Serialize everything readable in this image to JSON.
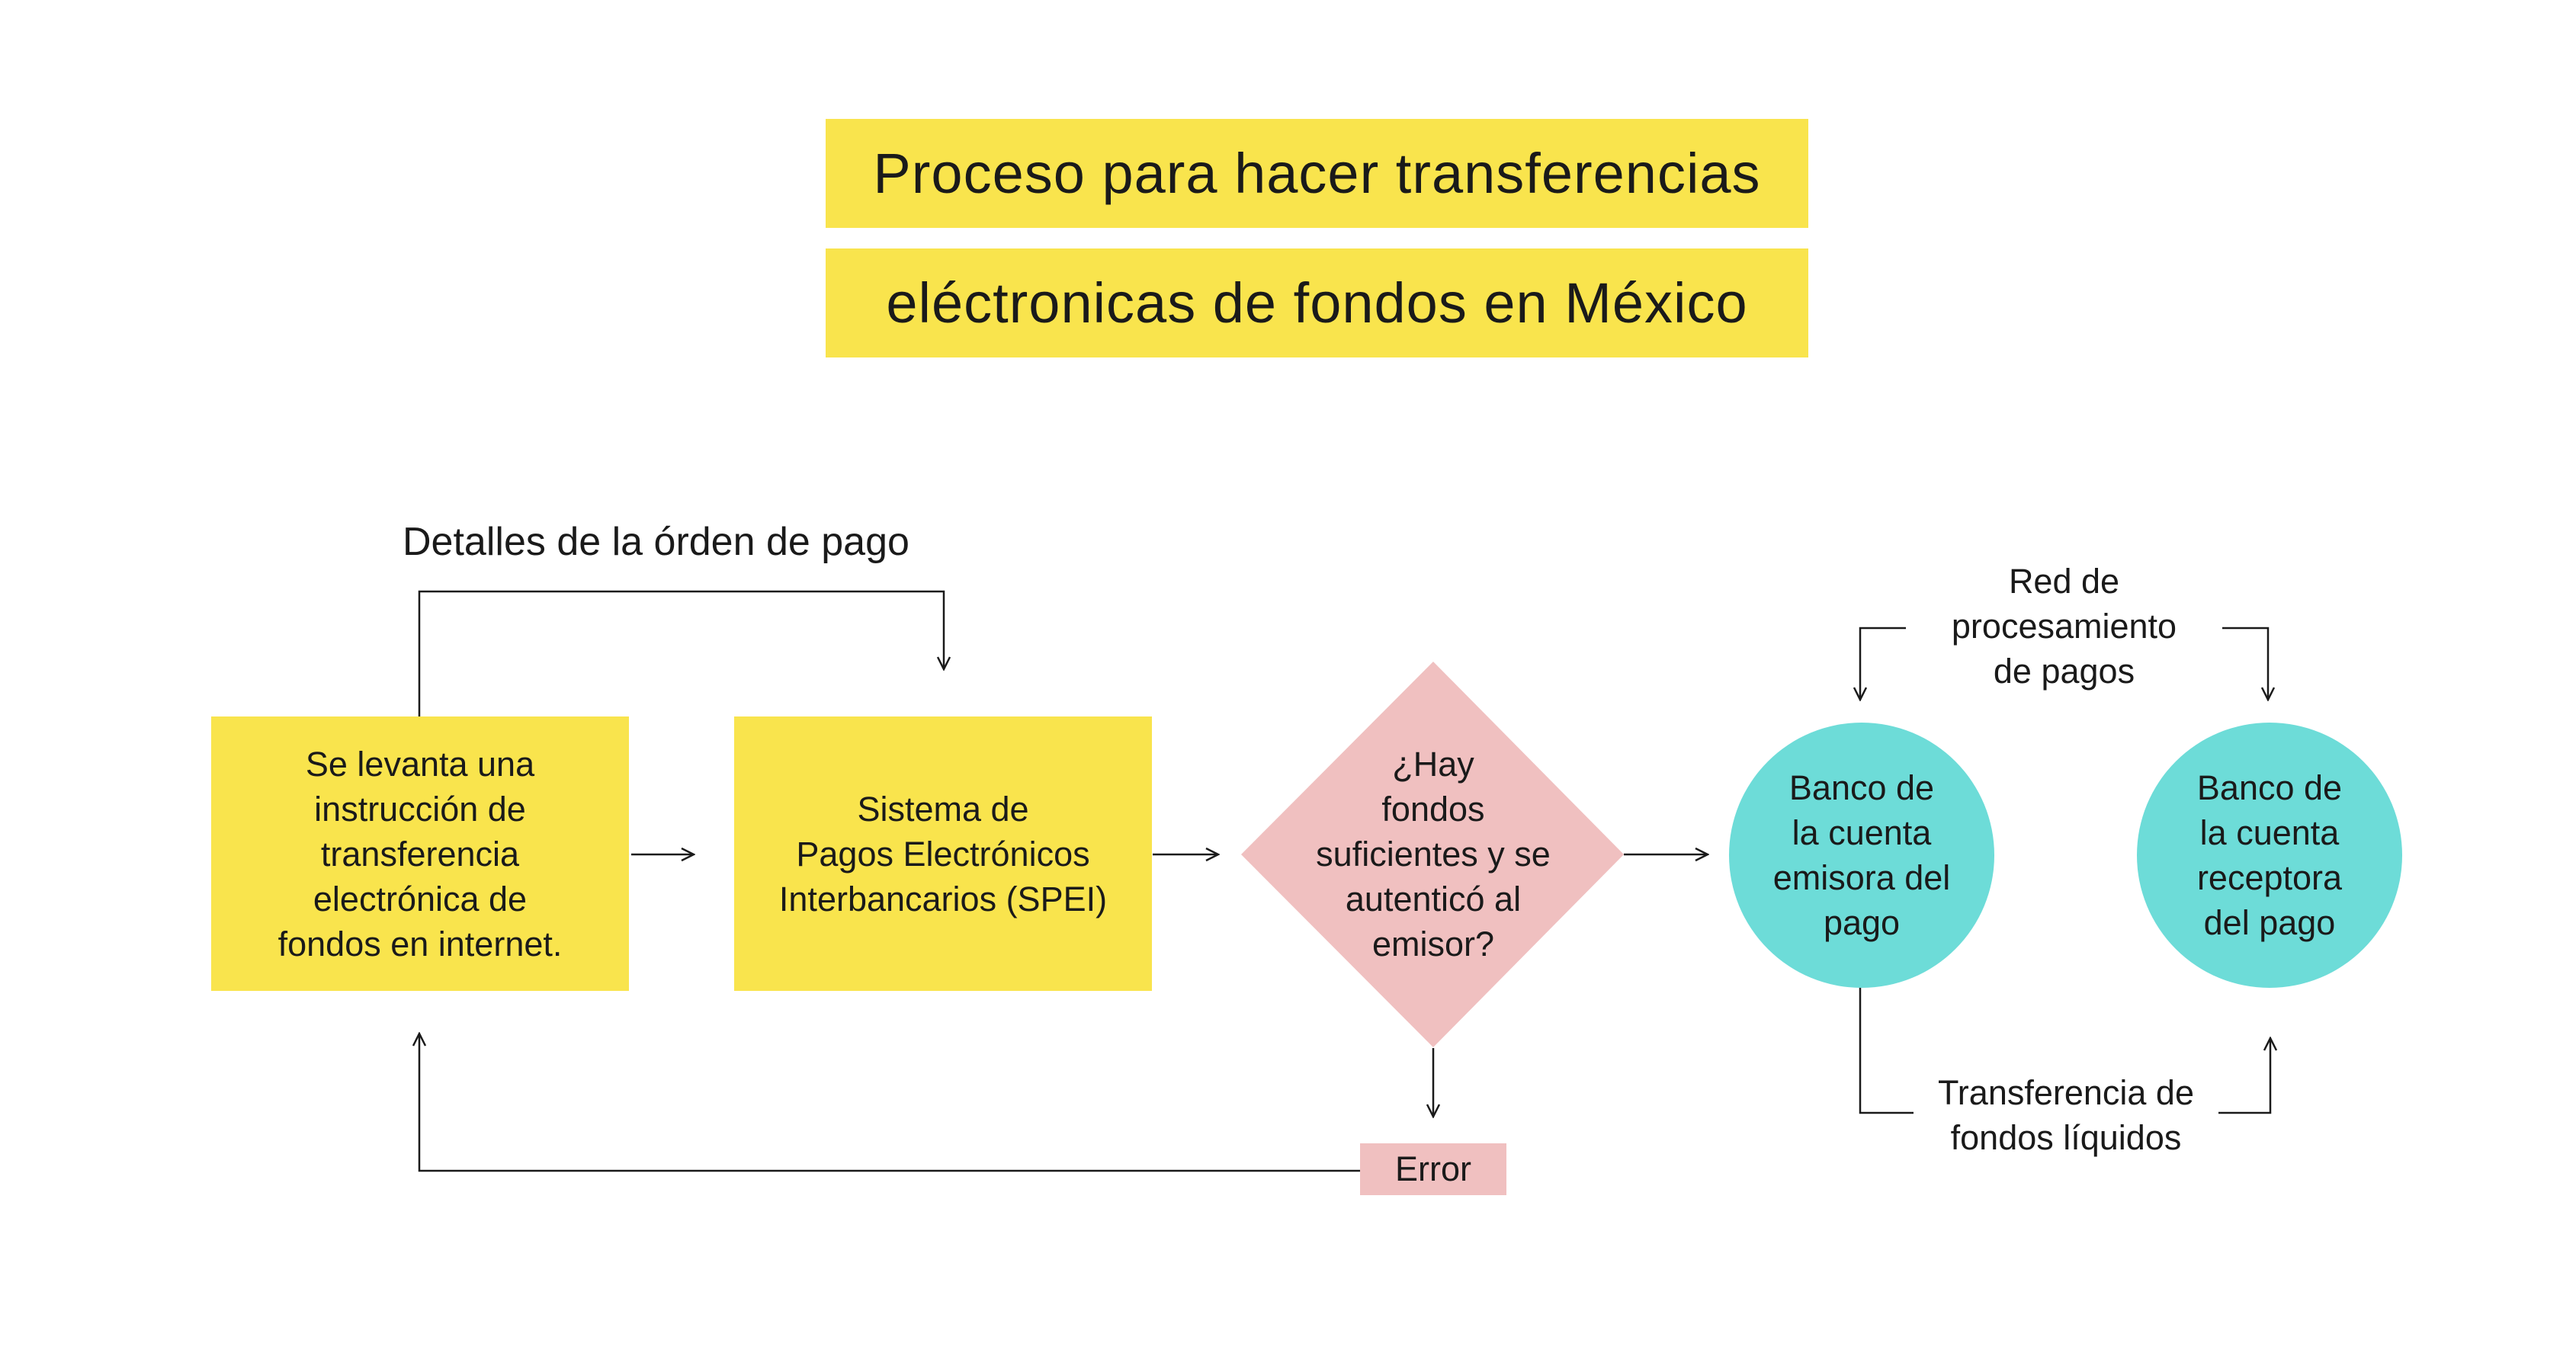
{
  "title": {
    "line1": "Proceso para hacer transferencias",
    "line2": "eléctronicas de fondos en México"
  },
  "labels": {
    "order_details": "Detalles de la órden de pago",
    "processing_network": "Red de\nprocesamiento\nde pagos",
    "liquid_transfer": "Transferencia de\nfondos líquidos"
  },
  "nodes": {
    "instruction": "Se levanta una\ninstrucción de\ntransferencia\nelectrónica de\nfondos en internet.",
    "spei": "Sistema de\nPagos Electrónicos\nInterbancarios (SPEI)",
    "decision": "¿Hay\nfondos\nsuficientes y se\nautenticó al\nemisor?",
    "sender_bank": "Banco de\nla cuenta\nemisora del\npago",
    "receiver_bank": "Banco de\nla cuenta\nreceptora\ndel pago",
    "error": "Error"
  },
  "colors": {
    "yellow": "#f9e44d",
    "pink": "#f0c0c0",
    "teal": "#6ddcd8",
    "line": "#1a1a1a"
  }
}
